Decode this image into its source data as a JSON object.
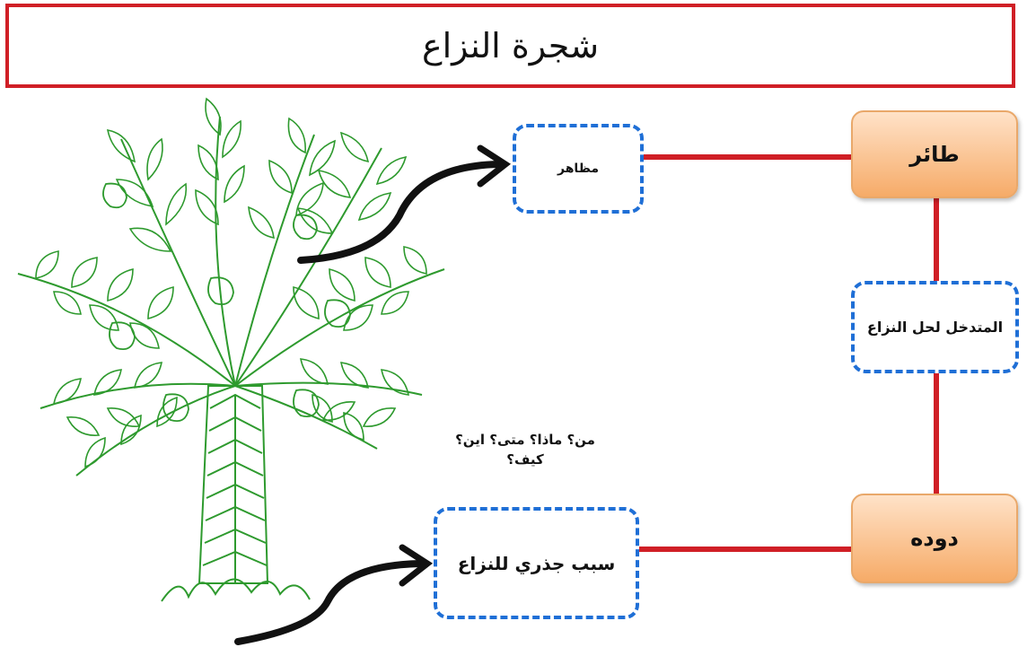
{
  "title": "شجرة النزاع",
  "nodes": {
    "trigger": "طائر",
    "manifestations": "مظاهر",
    "mediator": "المتدخل لحل النزاع",
    "worm": "دوده",
    "root_cause": "سبب جذري للنزاع",
    "questions_line1": "من؟ ماذا؟ متى؟ اين؟",
    "questions_line2": "كيف؟"
  },
  "colors": {
    "title_border": "#d01f26",
    "connector": "#d01f26",
    "dashed_border": "#1f6fd6",
    "orange_fill": "#f6ab68",
    "tree": "#2e9a2e",
    "arrow": "#111111"
  },
  "icons": [
    "palm-tree-icon",
    "curved-arrow-icon"
  ]
}
